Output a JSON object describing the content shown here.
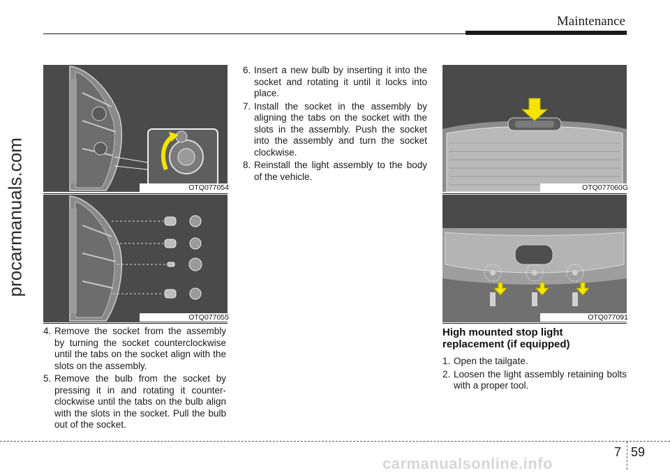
{
  "header": {
    "section_title": "Maintenance"
  },
  "side_watermark": "procarmanuals.com",
  "figures": {
    "fig1": {
      "code": "OTQ077054"
    },
    "fig2": {
      "code": "OTQ077055"
    },
    "fig3": {
      "code": "OTQ077060G"
    },
    "fig4": {
      "code": "OTQ077091"
    }
  },
  "left_steps": [
    {
      "num": "4.",
      "text": "Remove the socket from the assembly by turning the socket counterclockwise until the tabs on the socket align with the slots on the assembly."
    },
    {
      "num": "5.",
      "text": "Remove the bulb from the socket by pressing it in and rotating it counter-clockwise until the tabs on the bulb align with the slots in the socket. Pull the bulb out of the socket."
    }
  ],
  "middle_steps": [
    {
      "num": "6.",
      "text": "Insert a new bulb by inserting it into the socket and rotating it until it locks into place."
    },
    {
      "num": "7.",
      "text": "Install the socket in the assembly by aligning the tabs on the socket with the slots in the assembly. Push the socket into the assembly and turn the socket clockwise."
    },
    {
      "num": "8.",
      "text": "Reinstall the light assembly to the body of the vehicle."
    }
  ],
  "right_section": {
    "heading_line1": "High mounted stop light",
    "heading_line2": "replacement (if equipped)",
    "steps": [
      {
        "num": "1.",
        "text": "Open the tailgate."
      },
      {
        "num": "2.",
        "text": "Loosen the light assembly retaining bolts with a proper tool."
      }
    ]
  },
  "footer": {
    "chapter": "7",
    "page": "59",
    "watermark": "carmanualsonline.info"
  },
  "colors": {
    "figure_bg": "#4a4a4a",
    "arrow_yellow": "#f4e400",
    "text": "#1a1a1a"
  }
}
